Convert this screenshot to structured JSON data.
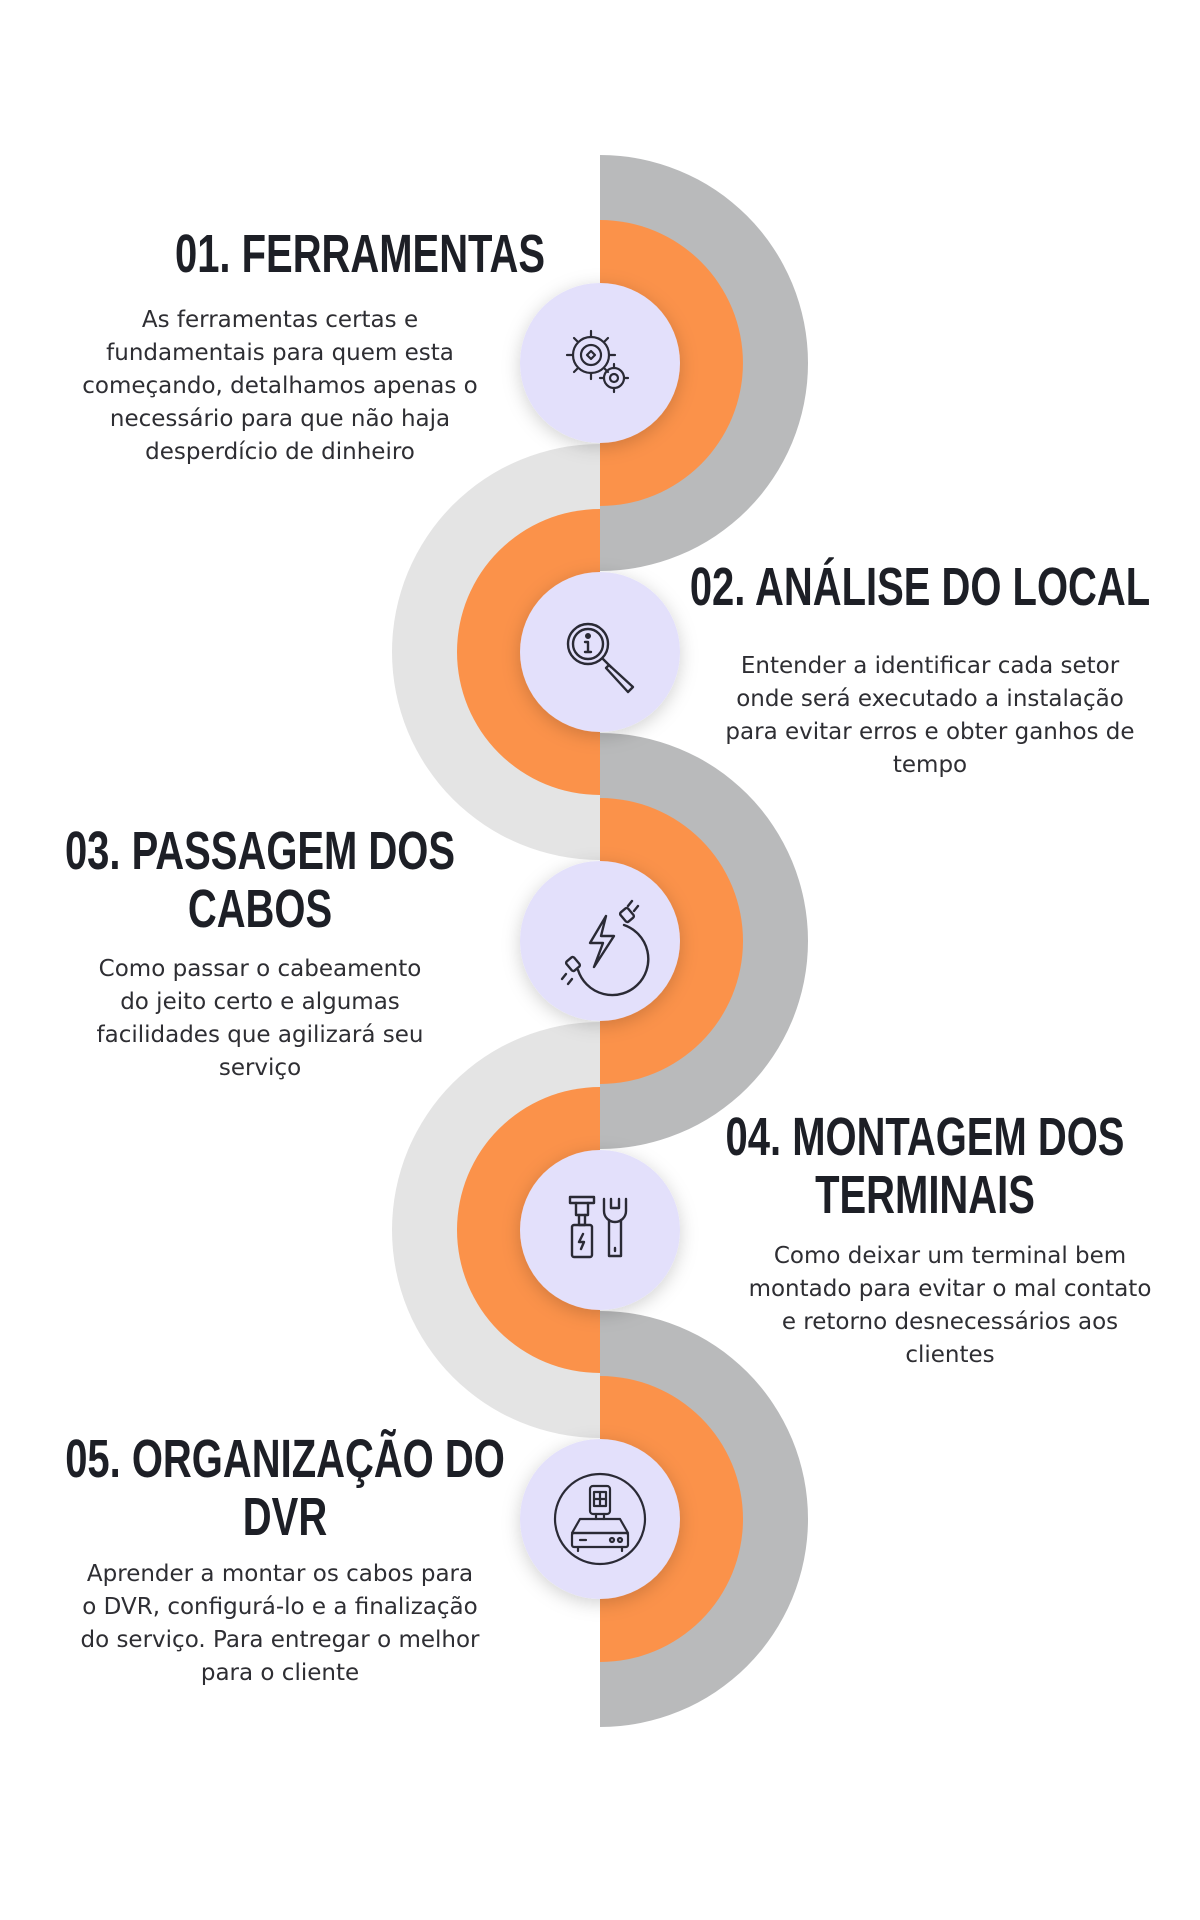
{
  "colors": {
    "grey_dark": "#b9babb",
    "grey_light": "#e4e4e4",
    "orange": "#fb924a",
    "circle_fill": "#e3e0fb",
    "title": "#1d1f26",
    "text": "#2e2e33"
  },
  "steps": [
    {
      "title": "01. FERRAMENTAS",
      "description": "As ferramentas certas e fundamentais para quem esta começando, detalhamos apenas o necessário para que não haja desperdício de dinheiro",
      "icon": "gear-icon"
    },
    {
      "title": "02. ANÁLISE DO LOCAL",
      "description": "Entender a identificar cada setor onde será executado a instalação para evitar erros e obter ganhos de tempo",
      "icon": "magnifier-info-icon"
    },
    {
      "title": "03. PASSAGEM DOS CABOS",
      "description": "Como passar o cabeamento do jeito certo e algumas facilidades que agilizará seu serviço",
      "icon": "electric-plug-icon"
    },
    {
      "title": "04. MONTAGEM DOS TERMINAIS",
      "description": "Como deixar um terminal bem montado para evitar o mal contato e retorno desnecessários aos clientes",
      "icon": "tools-icon"
    },
    {
      "title": "05. ORGANIZAÇÃO DO DVR",
      "description": "Aprender a montar os cabos para o DVR, configurá-lo e a finalização do serviço. Para entregar o melhor para o cliente",
      "icon": "dvr-device-icon"
    }
  ]
}
